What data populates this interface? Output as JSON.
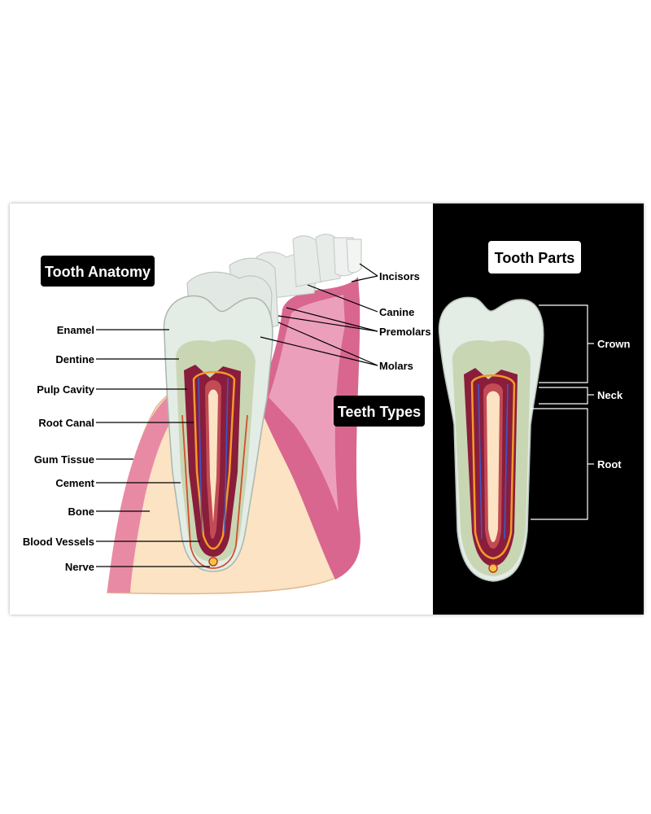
{
  "anatomy": {
    "title": "Tooth Anatomy",
    "labels": [
      "Enamel",
      "Dentine",
      "Pulp Cavity",
      "Root Canal",
      "Gum Tissue",
      "Cement",
      "Bone",
      "Blood Vessels",
      "Nerve"
    ]
  },
  "types": {
    "title": "Teeth Types",
    "labels": [
      "Incisors",
      "Canine",
      "Premolars",
      "Molars"
    ]
  },
  "parts": {
    "title": "Tooth Parts",
    "labels": [
      "Crown",
      "Neck",
      "Root"
    ]
  },
  "colors": {
    "enamel": "#e4ece6",
    "dentine": "#c9d6b4",
    "pulp": "#8a1d3b",
    "gum": "#d9668f",
    "bone": "#fbe3c4",
    "panel_dark": "#000000"
  }
}
